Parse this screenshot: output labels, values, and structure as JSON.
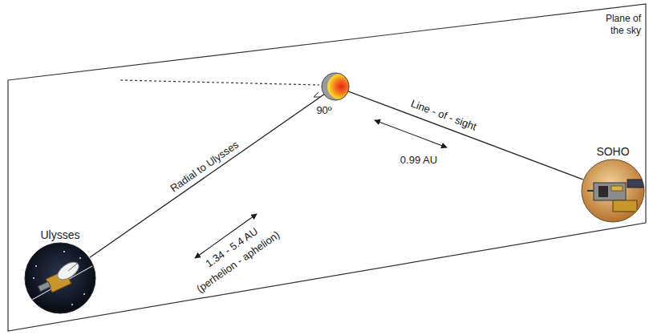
{
  "diagram": {
    "nodes": [
      {
        "text": [
          "Ulysses"
        ]
      },
      {
        "text": [
          "SOHO"
        ]
      }
    ],
    "edges": [
      {
        "from": 0,
        "to": 1,
        "arrow": "none"
      }
    ],
    "labels": [
      "Plane of the sky",
      "90º",
      "Radial to Ulysses",
      "1.34 - 5.4 AU",
      "(perhelion - aphelion)",
      "Line - of - sight",
      "0.99 AU"
    ]
  }
}
